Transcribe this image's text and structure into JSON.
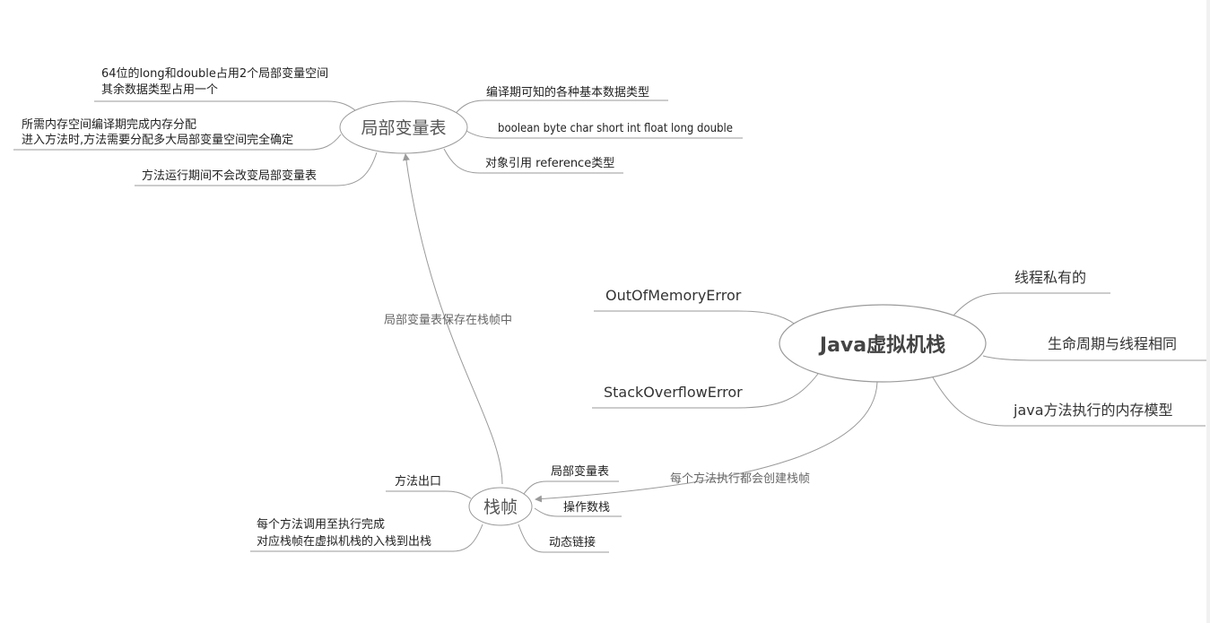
{
  "root": {
    "label": "Java虚拟机栈"
  },
  "root_children": {
    "thread_private": "线程私有的",
    "same_lifecycle": "生命周期与线程相同",
    "memory_model": "java方法执行的内存模型",
    "oom_error": "OutOfMemoryError",
    "so_error": "StackOverflowError"
  },
  "frame_node": {
    "label": "栈帧",
    "incoming_edge_label": "每个方法执行都会创建栈帧",
    "children": {
      "local_vars": "局部变量表",
      "operand_stack": "操作数栈",
      "dynamic_link": "动态链接",
      "method_exit": "方法出口",
      "call_line1": "每个方法调用至执行完成",
      "call_line2": "对应栈帧在虚拟机栈的入栈到出栈"
    }
  },
  "local_var_table": {
    "label": "局部变量表",
    "incoming_edge_label": "局部变量表保存在栈帧中",
    "children": {
      "types_line1": "64位的long和double占用2个局部变量空间",
      "types_line2": "其余数据类型占用一个",
      "alloc_line1": "所需内存空间编译期完成内存分配",
      "alloc_line2": "进入方法时,方法需要分配多大局部变量空间完全确定",
      "unchanged": "方法运行期间不会改变局部变量表",
      "compile_known": "编译期可知的各种基本数据类型",
      "primitive_list": "boolean byte char short int float long double",
      "reference": "对象引用 reference类型"
    }
  }
}
